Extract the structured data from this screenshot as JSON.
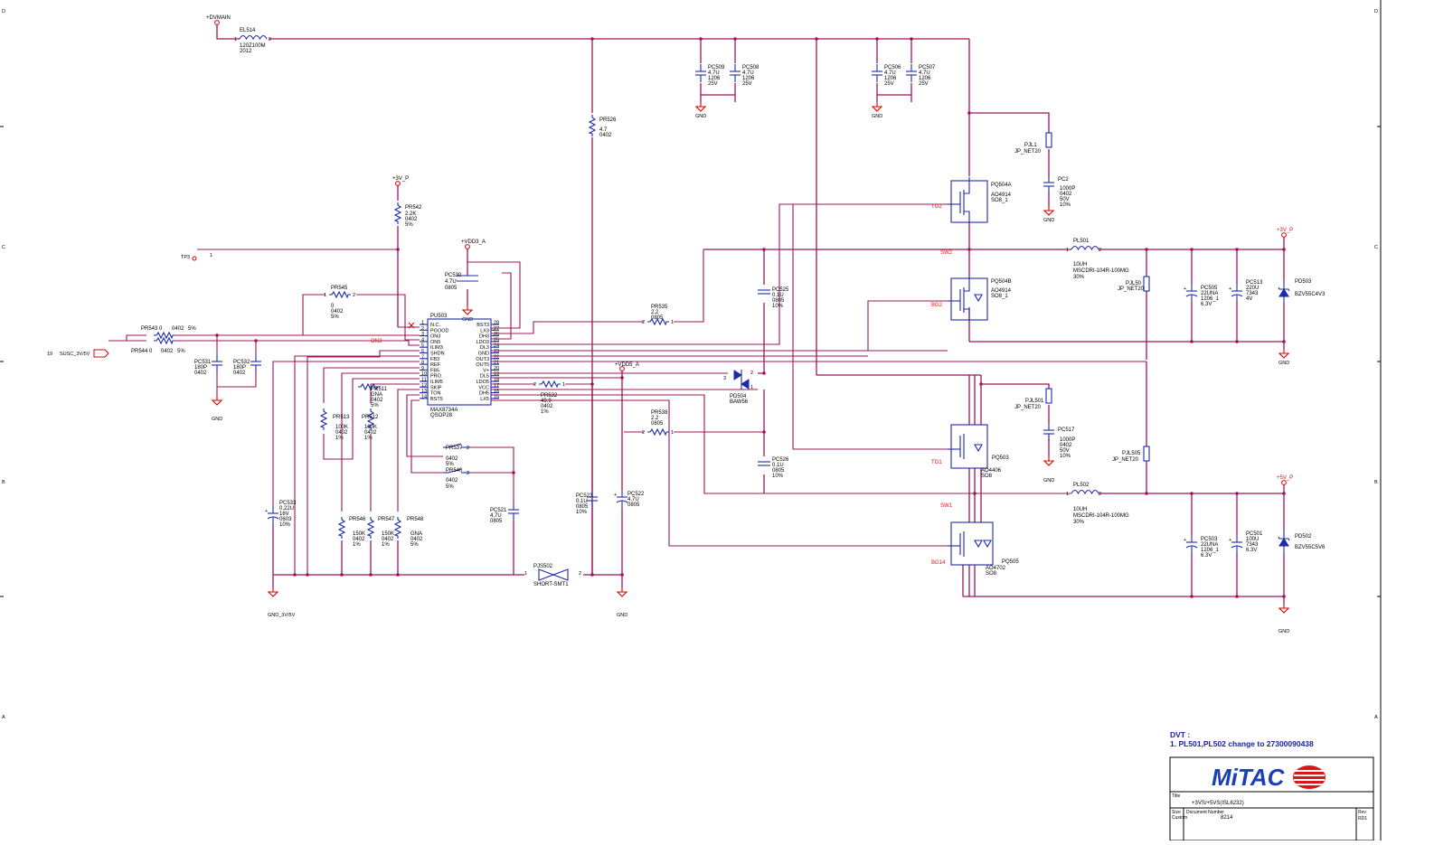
{
  "ic": {
    "ref": "PU503",
    "part": "MAX8734A",
    "pkg": "QSOP28",
    "left_pins": [
      {
        "n": "1",
        "name": "N.C."
      },
      {
        "n": "2",
        "name": "PGOOD"
      },
      {
        "n": "3",
        "name": "ON3"
      },
      {
        "n": "4",
        "name": "ON5"
      },
      {
        "n": "5",
        "name": "ILIM3"
      },
      {
        "n": "6",
        "name": "SHDN"
      },
      {
        "n": "7",
        "name": "FB3"
      },
      {
        "n": "8",
        "name": "REF"
      },
      {
        "n": "9",
        "name": "FB5"
      },
      {
        "n": "10",
        "name": "PRO"
      },
      {
        "n": "11",
        "name": "ILIM5"
      },
      {
        "n": "12",
        "name": "SKIP"
      },
      {
        "n": "13",
        "name": "TON"
      },
      {
        "n": "14",
        "name": "BST5"
      }
    ],
    "right_pins": [
      {
        "n": "28",
        "name": "BST3"
      },
      {
        "n": "27",
        "name": "LX3"
      },
      {
        "n": "26",
        "name": "DH3"
      },
      {
        "n": "25",
        "name": "LDO3"
      },
      {
        "n": "24",
        "name": "DL3"
      },
      {
        "n": "23",
        "name": "GND"
      },
      {
        "n": "22",
        "name": "OUT3"
      },
      {
        "n": "21",
        "name": "OUT5"
      },
      {
        "n": "20",
        "name": "V+"
      },
      {
        "n": "19",
        "name": "DL5"
      },
      {
        "n": "18",
        "name": "LDO5"
      },
      {
        "n": "17",
        "name": "VCC"
      },
      {
        "n": "16",
        "name": "DH5"
      },
      {
        "n": "15",
        "name": "LX5"
      }
    ]
  },
  "power_labels": {
    "dvmain": "+DVMAIN",
    "v3p": "+3V_P",
    "vdd3": "+VDD3_A",
    "vdd5": "+VDD5_A",
    "p3vp": "+3V_P",
    "p5vp": "+5V_P",
    "gnd": "GND",
    "gnd_3v5v": "GND_3V/5V"
  },
  "nets": {
    "tg2": "TG2",
    "bg2": "BG2",
    "sw2": "SW2",
    "tg1": "TG1",
    "bg1": "BG14",
    "sw1": "SW1",
    "on3": "ON3",
    "susc": "SUSC_3V/5V",
    "susc_pin": "19",
    "tp3": "TP3",
    "tp3_pin": "1"
  },
  "components": [
    {
      "key": "el514",
      "ref": "EL514",
      "v1": "120Z100M",
      "v2": "2012"
    },
    {
      "key": "pr526",
      "ref": "PR526",
      "v1": "4.7",
      "v2": "0402"
    },
    {
      "key": "pc509",
      "ref": "PC509",
      "v1": "4.7U",
      "v2": "1206",
      "v3": "25V"
    },
    {
      "key": "pc508",
      "ref": "PC508",
      "v1": "4.7U",
      "v2": "1206",
      "v3": "25V"
    },
    {
      "key": "pc506",
      "ref": "PC506",
      "v1": "4.7U",
      "v2": "1206",
      "v3": "25V"
    },
    {
      "key": "pc507",
      "ref": "PC507",
      "v1": "4.7U",
      "v2": "1206",
      "v3": "25V"
    },
    {
      "key": "pjl1",
      "ref": "PJL1",
      "v1": "JP_NET20"
    },
    {
      "key": "pc2",
      "ref": "PC2",
      "v1": "1000P",
      "v2": "0402",
      "v3": "50V",
      "v4": "10%"
    },
    {
      "key": "pq504a",
      "ref": "PQ504A",
      "v1": "AO4914",
      "v2": "SO8_1"
    },
    {
      "key": "pq504b",
      "ref": "PQ504B",
      "v1": "AO4914",
      "v2": "SO8_1"
    },
    {
      "key": "pl501",
      "ref": "PL501",
      "v1": "10UH",
      "v2": "MSCDRI-104R-100MG",
      "v3": "30%"
    },
    {
      "key": "pjl50",
      "ref": "PJL50",
      "v1": "JP_NET20"
    },
    {
      "key": "pc505",
      "ref": "PC505",
      "v1": "22UNA",
      "v2": "1206_1",
      "v3": "6.3V"
    },
    {
      "key": "pc513",
      "ref": "PC513",
      "v1": "220U",
      "v2": "7343",
      "v3": "4V"
    },
    {
      "key": "pd503",
      "ref": "PD503",
      "v1": "BZV55C4V3"
    },
    {
      "key": "pr542",
      "ref": "PR542",
      "v1": "2.2K",
      "v2": "0402",
      "v3": "5%"
    },
    {
      "key": "pc530",
      "ref": "PC530",
      "v1": "4.7U",
      "v2": "0805"
    },
    {
      "key": "pr545",
      "ref": "PR545",
      "v1": "0",
      "v2": "0402",
      "v3": "5%"
    },
    {
      "key": "pr543",
      "ref": "PR543 0",
      "v1": "0402",
      "v2": "5%"
    },
    {
      "key": "pr544",
      "ref": "PR544 0",
      "v1": "0402",
      "v2": "5%"
    },
    {
      "key": "pc531",
      "ref": "PC531",
      "v1": "180P",
      "v2": "0402"
    },
    {
      "key": "pc532",
      "ref": "PC532",
      "v1": "180P",
      "v2": "0402"
    },
    {
      "key": "pr535",
      "ref": "PR535",
      "v1": "2.2",
      "v2": "0805"
    },
    {
      "key": "pc525",
      "ref": "PC525",
      "v1": "0.1U",
      "v2": "0805",
      "v3": "10%"
    },
    {
      "key": "pd504",
      "ref": "PD504",
      "v1": "BAW56"
    },
    {
      "key": "pr532",
      "ref": "PR532",
      "v1": "49.9",
      "v2": "0402",
      "v3": "1%"
    },
    {
      "key": "pr511",
      "ref": "PR511",
      "v1": "GNA",
      "v2": "0402",
      "v3": "5%"
    },
    {
      "key": "pr513",
      "ref": "PR513",
      "v1": "100K",
      "v2": "0402",
      "v3": "1%"
    },
    {
      "key": "pr512",
      "ref": "PR512",
      "v1": "100K",
      "v2": "0402",
      "v3": "1%"
    },
    {
      "key": "pr538",
      "ref": "PR538",
      "v1": "2.2",
      "v2": "0805"
    },
    {
      "key": "pc526",
      "ref": "PC526",
      "v1": "0.1U",
      "v2": "0805",
      "v3": "10%"
    },
    {
      "key": "pr537",
      "ref": "PR537",
      "v1": "0402",
      "v2": "5%"
    },
    {
      "key": "pr540",
      "ref": "PR540",
      "v1": "0402",
      "v2": "5%"
    },
    {
      "key": "pc533",
      "ref": "PC533",
      "v1": "0.22U",
      "v2": "16V",
      "v3": "0603",
      "v4": "10%"
    },
    {
      "key": "pr546",
      "ref": "PR546",
      "v1": "150K",
      "v2": "0402",
      "v3": "1%"
    },
    {
      "key": "pr547",
      "ref": "PR547",
      "v1": "150K",
      "v2": "0402",
      "v3": "1%"
    },
    {
      "key": "pr548",
      "ref": "PR548",
      "v1": "GNA",
      "v2": "0402",
      "v3": "5%"
    },
    {
      "key": "pc521",
      "ref": "PC521",
      "v1": "4.7U",
      "v2": "0805"
    },
    {
      "key": "pc523",
      "ref": "PC523",
      "v1": "0.1U",
      "v2": "0805",
      "v3": "10%"
    },
    {
      "key": "pc522",
      "ref": "PC522",
      "v1": "4.7U",
      "v2": "0805"
    },
    {
      "key": "pj502",
      "ref": "PJS502",
      "v1": "SHORT-SMT1"
    },
    {
      "key": "pjl501",
      "ref": "PJL501",
      "v1": "JP_NET20"
    },
    {
      "key": "pc517",
      "ref": "PC517",
      "v1": "1000P",
      "v2": "0402",
      "v3": "50V",
      "v4": "10%"
    },
    {
      "key": "pq503",
      "ref": "PQ503",
      "v1": "AO4406",
      "v2": "SO8"
    },
    {
      "key": "pjl505",
      "ref": "PJL505",
      "v1": "JP_NET20"
    },
    {
      "key": "pq505",
      "ref": "PQ505",
      "v1": "AO4702",
      "v2": "SO8"
    },
    {
      "key": "pl502",
      "ref": "PL502",
      "v1": "10UH",
      "v2": "MSCDRI-104R-100MG",
      "v3": "30%"
    },
    {
      "key": "pc503",
      "ref": "PC503",
      "v1": "22UNA",
      "v2": "1206_1",
      "v3": "6.3V"
    },
    {
      "key": "pc501",
      "ref": "PC501",
      "v1": "100U",
      "v2": "7343",
      "v3": "6.3V"
    },
    {
      "key": "pd502",
      "ref": "PD502",
      "v1": "BZV55C5V6"
    }
  ],
  "note": {
    "title": "DVT :",
    "line1": "1. PL501,PL502 change to 27300090438"
  },
  "title_block": {
    "brand": "MiTAC",
    "title_label": "Title",
    "title": "+3VS/+5VS(ISL6232)",
    "size_label": "Size",
    "size_value": "Custom",
    "doc_label": "Document Number",
    "doc_value": "8214",
    "rev_label": "Rev",
    "rev_value": "RD1"
  },
  "border": {
    "zones_left": [
      "D",
      "C",
      "B",
      "A"
    ],
    "zones_right": [
      "D",
      "C",
      "B",
      "A"
    ]
  },
  "colors": {
    "wire": "#a0145a",
    "component": "#1e2aa8",
    "ground": "#d40000",
    "net_label": "#e01010",
    "note": "#1a1aa8",
    "brand": "#1a3fb8",
    "brand_logo": "#d81818"
  }
}
